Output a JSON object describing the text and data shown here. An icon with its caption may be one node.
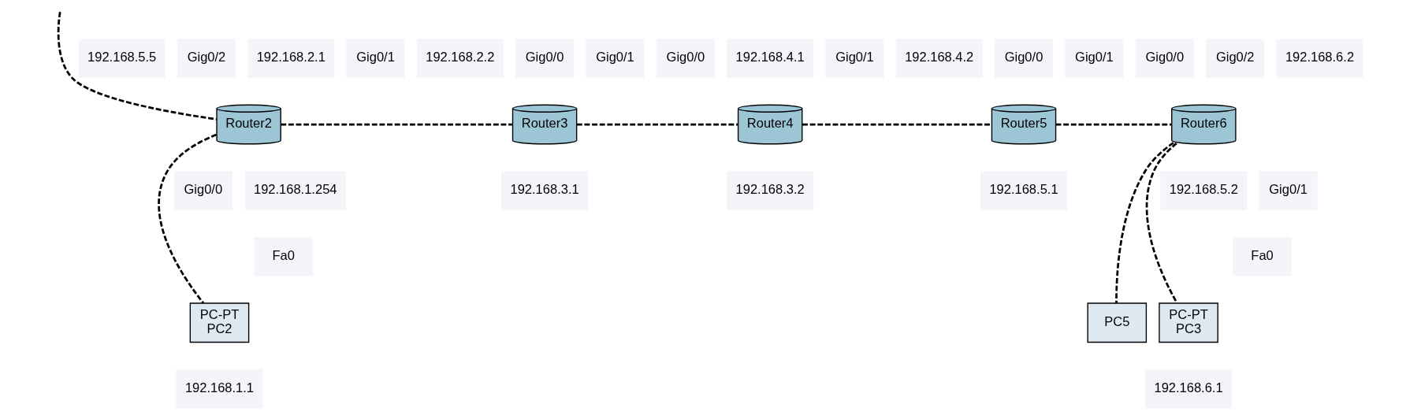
{
  "diagram": {
    "nodes": [
      {
        "text": [
          "Router2"
        ]
      },
      {
        "text": [
          "Router3"
        ]
      },
      {
        "text": [
          "Router4"
        ]
      },
      {
        "text": [
          "Router5"
        ]
      },
      {
        "text": [
          "Router6"
        ]
      },
      {
        "text": [
          "PC5"
        ]
      },
      {
        "text": [
          "PC-PT",
          "PC2"
        ]
      },
      {
        "text": [
          "PC-PT",
          "PC3"
        ]
      }
    ],
    "edges": [
      {
        "from": null,
        "to": 0,
        "arrow": "none",
        "style": "dashed"
      },
      {
        "from": 0,
        "to": 1,
        "arrow": "none",
        "style": "dashed"
      },
      {
        "from": 1,
        "to": 2,
        "arrow": "none",
        "style": "dashed"
      },
      {
        "from": 2,
        "to": 3,
        "arrow": "none",
        "style": "dashed"
      },
      {
        "from": 3,
        "to": 4,
        "arrow": "none",
        "style": "dashed"
      },
      {
        "from": 4,
        "to": 5,
        "arrow": "none",
        "style": "dashed"
      },
      {
        "from": 0,
        "to": 6,
        "arrow": "none",
        "style": "dashed"
      },
      {
        "from": 4,
        "to": 7,
        "arrow": "none",
        "style": "dashed"
      }
    ],
    "labels": [
      "192.168.5.5",
      "Gig0/2",
      "192.168.2.1",
      "Gig0/1",
      "192.168.2.2",
      "Gig0/0",
      "Gig0/1",
      "Gig0/0",
      "192.168.4.1",
      "Gig0/1",
      "192.168.4.2",
      "Gig0/0",
      "Gig0/1",
      "Gig0/0",
      "Gig0/2",
      "192.168.6.2",
      "Gig0/0",
      "192.168.1.254",
      "192.168.3.1",
      "192.168.3.2",
      "192.168.5.1",
      "192.168.5.2",
      "Gig0/1",
      "Fa0",
      "Fa0",
      "192.168.1.1",
      "192.168.6.1"
    ]
  }
}
